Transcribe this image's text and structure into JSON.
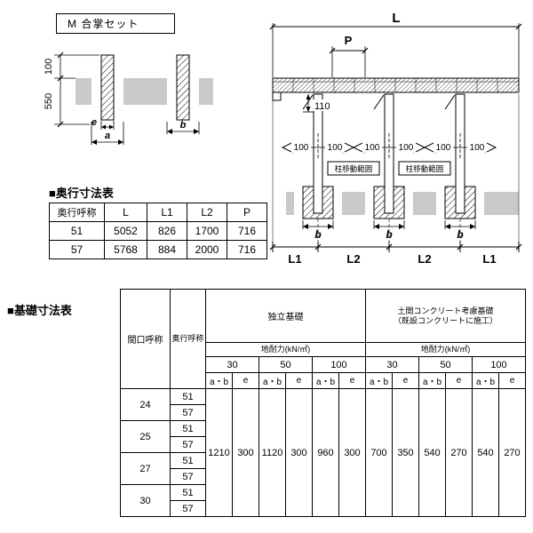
{
  "header": {
    "set_label": "M 合掌セット"
  },
  "cross_section": {
    "dim_height_top": "100",
    "dim_embed_depth": "550",
    "dim_e": "e",
    "dim_a": "a",
    "dim_b": "b"
  },
  "elevation": {
    "dim_total_width": "L",
    "dim_pitch": "P",
    "dim_beam": "110",
    "move_value": "100",
    "pillar_move_range": "柱移動範囲",
    "dim_b": "b",
    "dim_l1": "L1",
    "dim_l2": "L2"
  },
  "depth_table": {
    "heading": "■奥行寸法表",
    "headers": [
      "奥行呼称",
      "L",
      "L1",
      "L2",
      "P"
    ],
    "rows": [
      [
        "51",
        "5052",
        "826",
        "1700",
        "716"
      ],
      [
        "57",
        "5768",
        "884",
        "2000",
        "716"
      ]
    ]
  },
  "foundation_table": {
    "heading": "■基礎寸法表",
    "maguchi_header": "間口呼称",
    "okuyuki_header": "奥行呼称",
    "independent_header": "独立基礎",
    "doma_header_line1": "土間コンクリート考慮基礎",
    "doma_header_line2": "（既設コンクリートに施工）",
    "bearing_header": "地耐力(kN/㎡)",
    "load_values": [
      "30",
      "50",
      "100"
    ],
    "sub_ab": "a・b",
    "sub_e": "e",
    "maguchi_rows": [
      "24",
      "25",
      "27",
      "30"
    ],
    "okuyuki_values": [
      "51",
      "57"
    ],
    "values": [
      "1210",
      "300",
      "1120",
      "300",
      "960",
      "300",
      "700",
      "350",
      "540",
      "270",
      "540",
      "270"
    ]
  }
}
